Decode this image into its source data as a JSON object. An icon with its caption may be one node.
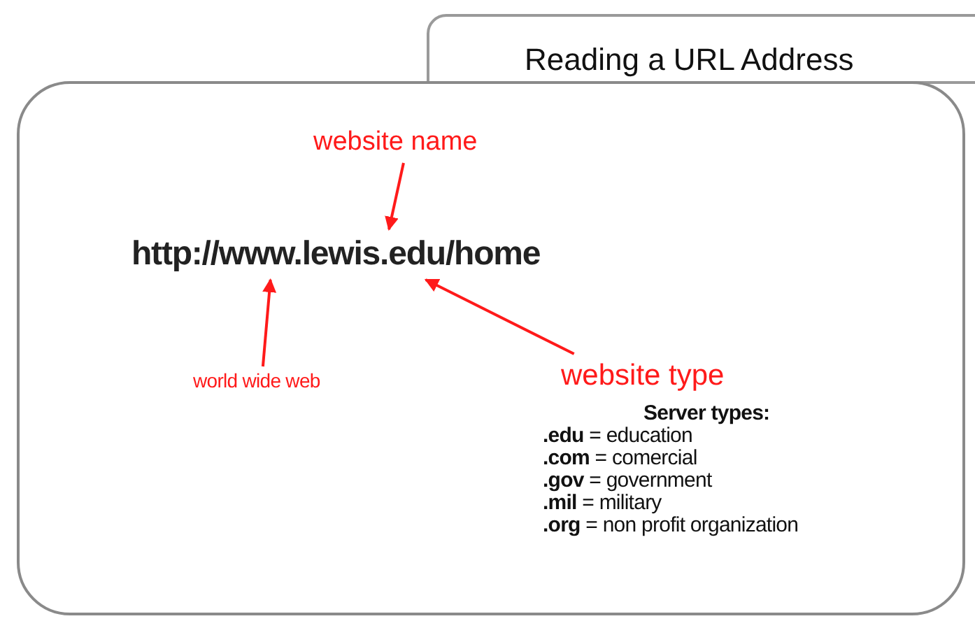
{
  "diagram": {
    "title": "Reading a URL Address",
    "nodes": [
      {
        "text": [],
        "shape": "box"
      },
      {
        "text": [
          "website name"
        ],
        "in": 0
      },
      {
        "text": [
          "http://www.lewis.edu/home"
        ],
        "in": 0
      },
      {
        "text": [
          "world wide web"
        ],
        "in": 0
      },
      {
        "text": [
          "website type"
        ],
        "in": 0
      }
    ],
    "edges": [
      {
        "from": 1,
        "to": 2,
        "arrow": "to"
      },
      {
        "from": 3,
        "to": 2,
        "arrow": "to"
      },
      {
        "from": 4,
        "to": 2,
        "arrow": "to"
      }
    ],
    "labels": [
      "Server types:",
      "**.edu** = education",
      "**.com** = comercial",
      "**.gov** = government",
      "**.mil** = military",
      "**.org** = non profit organization"
    ]
  }
}
